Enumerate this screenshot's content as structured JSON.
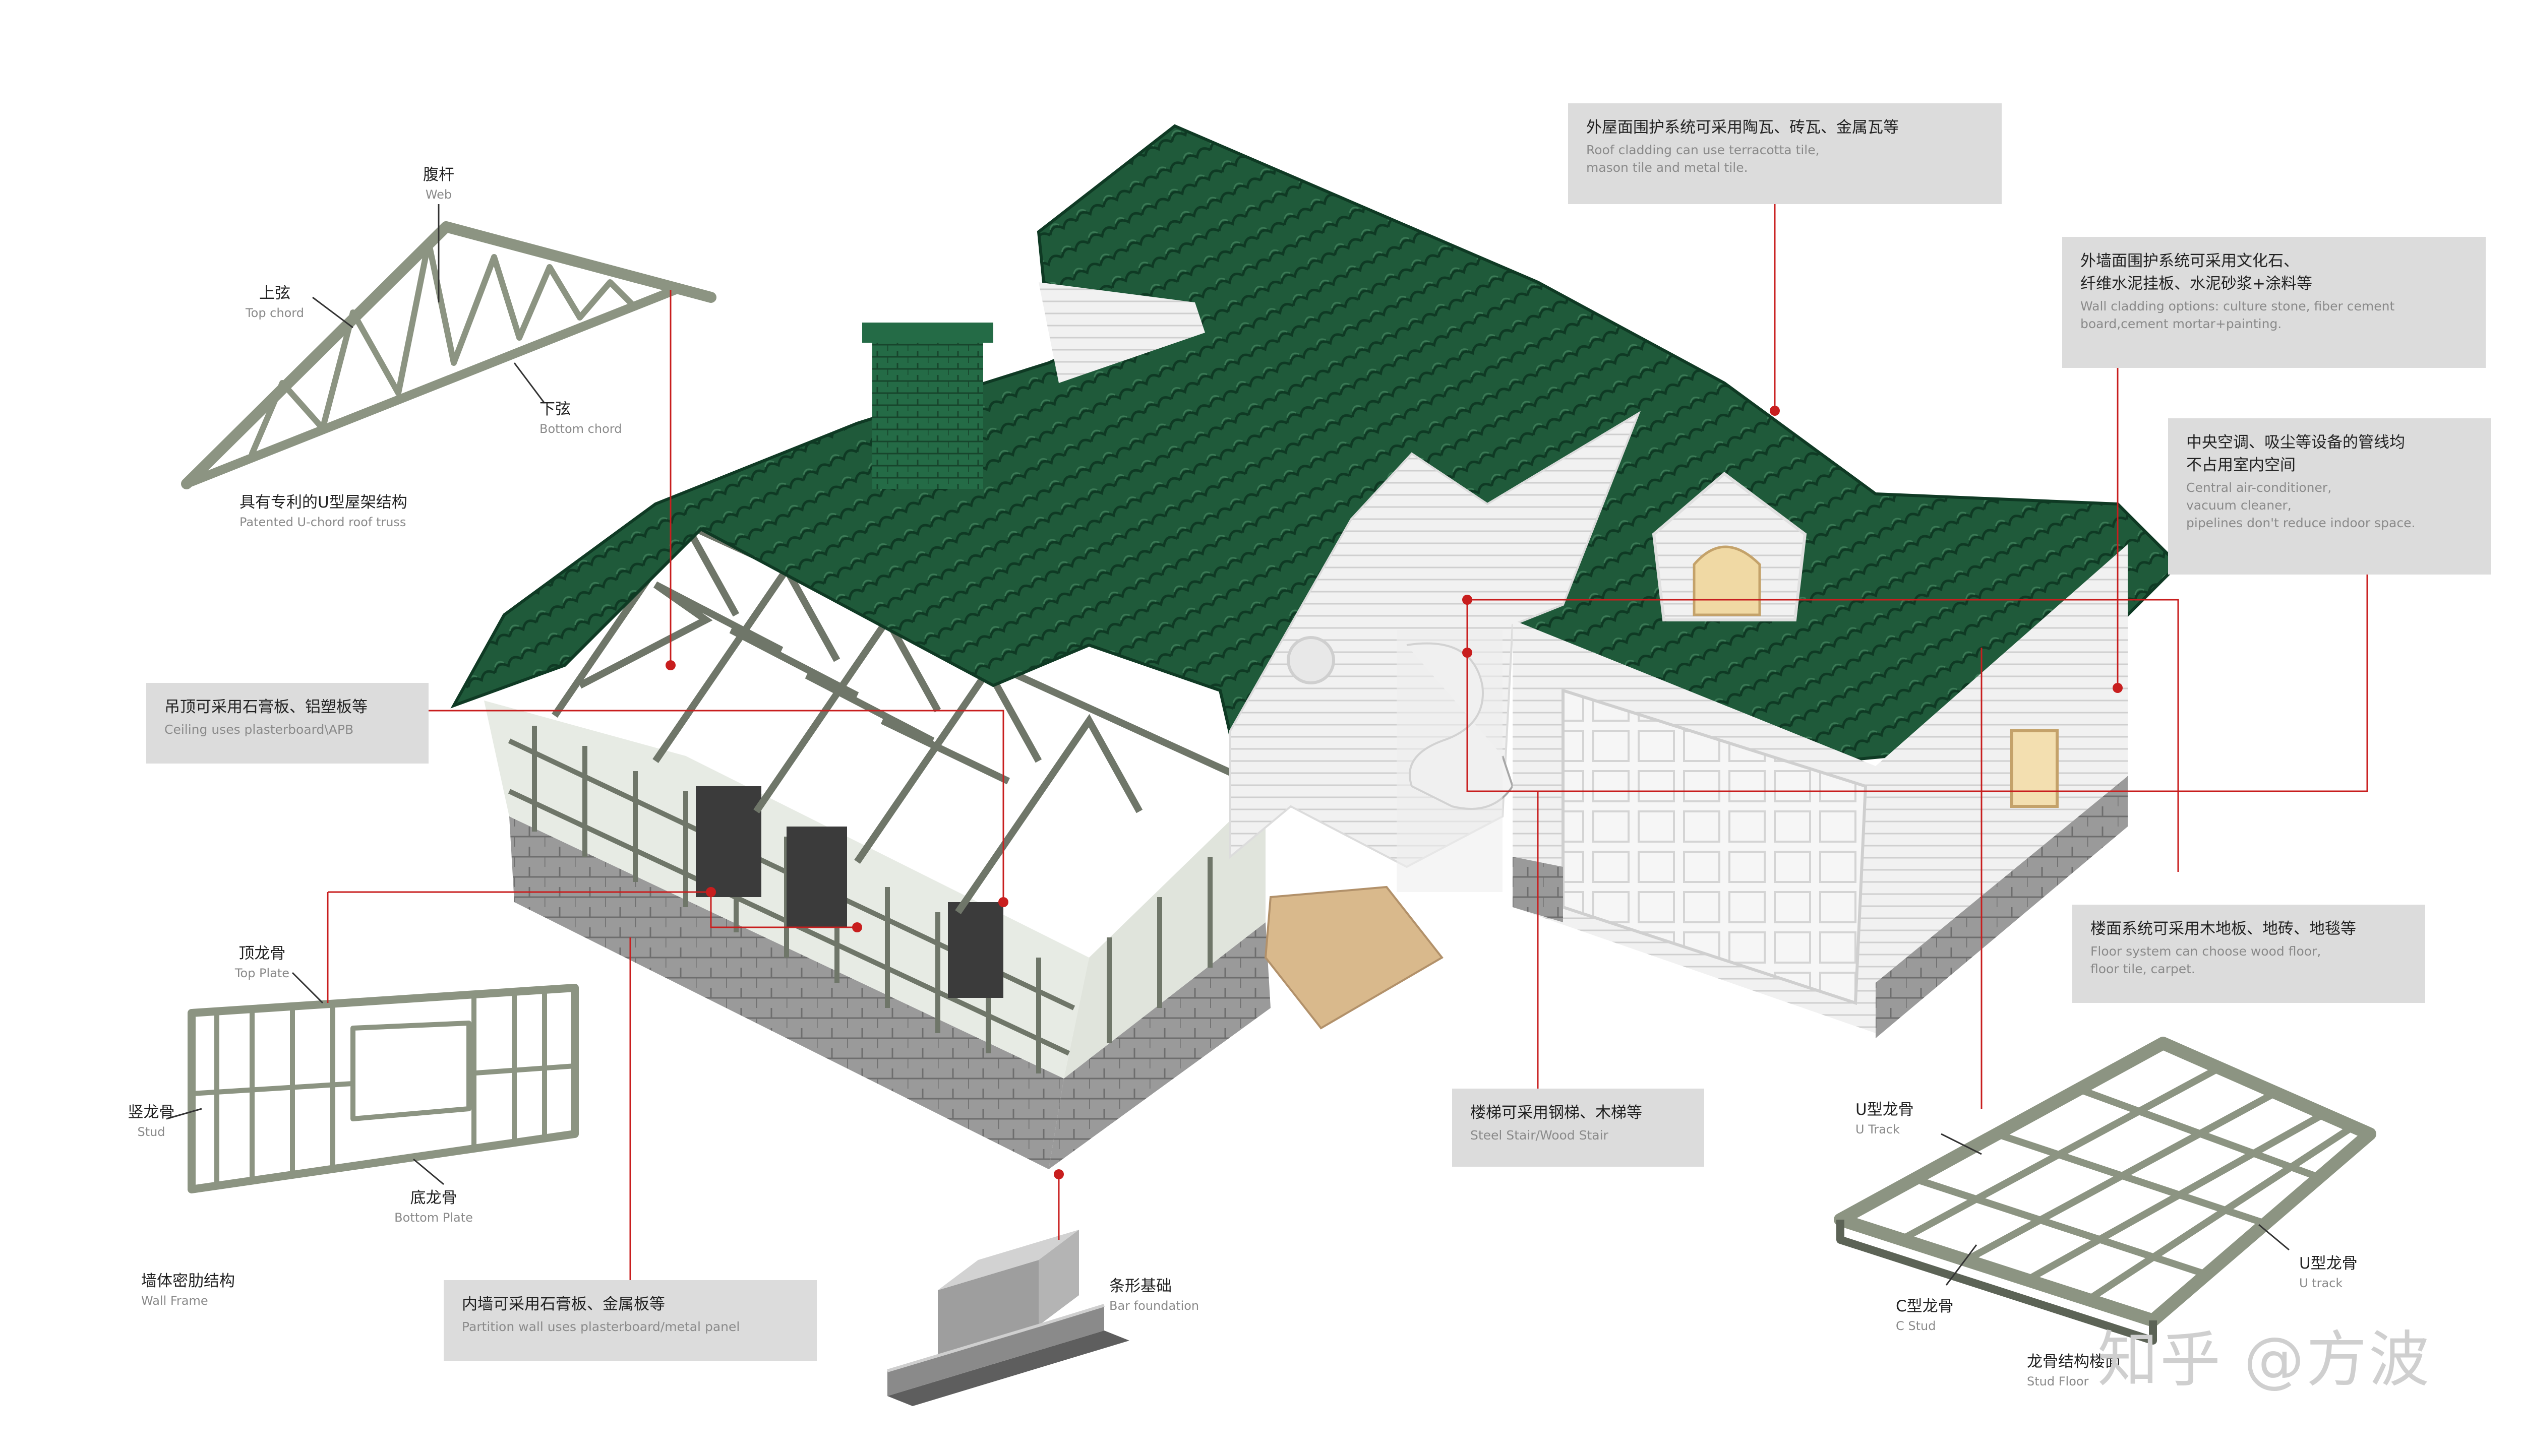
{
  "callouts": {
    "roof": {
      "zh": "外屋面围护系统可采用陶瓦、砖瓦、金属瓦等",
      "en": "Roof cladding can use terracotta tile,\n mason tile and metal tile."
    },
    "wall": {
      "zh": "外墙面围护系统可采用文化石、\n纤维水泥挂板、水泥砂浆+涂料等",
      "en": "Wall cladding options: culture stone, fiber cement\nboard,cement mortar+painting."
    },
    "hvac": {
      "zh": "中央空调、吸尘等设备的管线均\n不占用室内空间",
      "en": "Central air-conditioner,\nvacuum cleaner,\npipelines don't reduce indoor space."
    },
    "ceiling": {
      "zh": "吊顶可采用石膏板、铝塑板等",
      "en": "Ceiling uses plasterboard\\APB"
    },
    "floor": {
      "zh": "楼面系统可采用木地板、地砖、地毯等",
      "en": "Floor system can choose wood floor,\nfloor tile, carpet."
    },
    "stair": {
      "zh": "楼梯可采用钢梯、木梯等",
      "en": "Steel Stair/Wood Stair"
    },
    "partition": {
      "zh": "内墙可采用石膏板、金属板等",
      "en": "Partition wall uses plasterboard/metal panel"
    }
  },
  "labels": {
    "web": {
      "zh": "腹杆",
      "en": "Web"
    },
    "top_chord": {
      "zh": "上弦",
      "en": "Top chord"
    },
    "bottom_chord": {
      "zh": "下弦",
      "en": "Bottom chord"
    },
    "truss": {
      "zh": "具有专利的U型屋架结构",
      "en": "Patented U-chord roof truss"
    },
    "top_plate": {
      "zh": "顶龙骨",
      "en": "Top Plate"
    },
    "stud": {
      "zh": "竖龙骨",
      "en": "Stud"
    },
    "bottom_plate": {
      "zh": "底龙骨",
      "en": "Bottom Plate"
    },
    "wall_frame": {
      "zh": "墙体密肋结构",
      "en": "Wall Frame"
    },
    "bar_foundation": {
      "zh": "条形基础",
      "en": "Bar foundation"
    },
    "u_track_1": {
      "zh": "U型龙骨",
      "en": "U Track"
    },
    "u_track_2": {
      "zh": "U型龙骨",
      "en": "U track"
    },
    "c_stud": {
      "zh": "C型龙骨",
      "en": "C Stud"
    },
    "stud_floor": {
      "zh": "龙骨结构楼面",
      "en": "Stud Floor"
    }
  },
  "watermark": "知乎 @方波",
  "colors": {
    "callout_bg": "#dcdcdc",
    "leader": "#c81e1e",
    "roof": "#1f5a3a",
    "steel": "#8f9685",
    "wall": "#f0f0f0"
  }
}
